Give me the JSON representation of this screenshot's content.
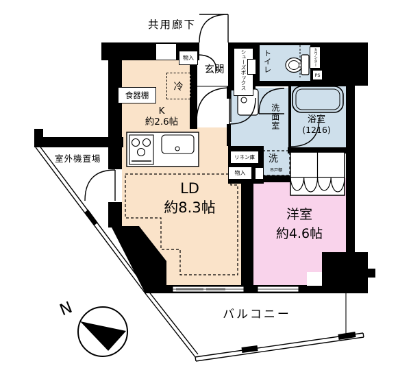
{
  "floorplan": {
    "labels": {
      "common_corridor": "共用廊下",
      "entrance": "玄関",
      "entrance_storage": "物入",
      "shoe_box": "シューズボックス",
      "refrigerator": "冷",
      "cupboard": "食器棚",
      "kitchen": "K",
      "kitchen_size": "約2.6帖",
      "living_dining": "LD",
      "living_dining_size": "約8.3帖",
      "washroom": "洗面室",
      "washer": "洗",
      "washer_shelf": "吊戸棚",
      "linen_closet": "リネン庫",
      "hall_storage": "物入",
      "toilet": "トイレ",
      "counter": "カウンター",
      "pipe_space": "PS",
      "bathroom": "浴室",
      "bathroom_size": "(1216)",
      "western_room": "洋室",
      "western_room_size": "約4.6帖",
      "outdoor_unit_area": "室外機置場",
      "balcony": "バルコニー",
      "compass_north": "N"
    },
    "colors": {
      "floor_main": "#FAE3C9",
      "floor_western": "#F9D3EB",
      "floor_wet": "#CEDFEB",
      "wall": "#000000",
      "window_gray": "#A9A9A9"
    }
  }
}
